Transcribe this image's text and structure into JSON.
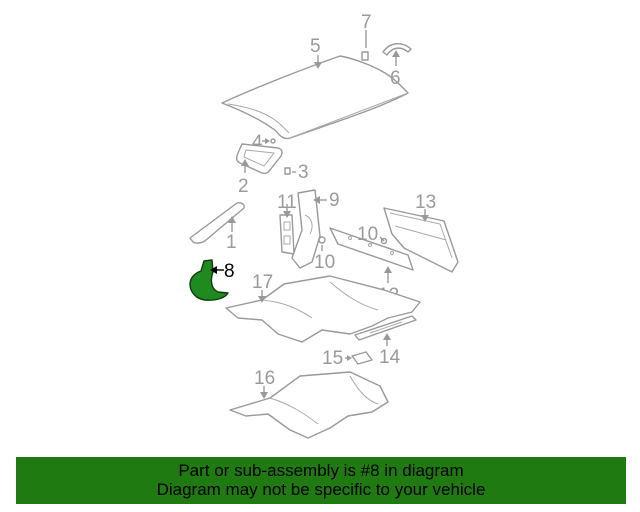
{
  "diagram": {
    "callouts": {
      "c1": "1",
      "c2": "2",
      "c3": "3",
      "c4": "4",
      "c5": "5",
      "c6": "6",
      "c7": "7",
      "c8": "8",
      "c9": "9",
      "c10a": "10",
      "c10b": "10",
      "c11": "11",
      "c12": "12",
      "c13": "13",
      "c14": "14",
      "c15": "15",
      "c16": "16",
      "c17": "17"
    },
    "highlighted_part": "8",
    "colors": {
      "highlight_fill": "#1f8a1f",
      "line_gray": "#999999",
      "banner_green": "#1f7a12"
    }
  },
  "banner": {
    "line1": "Part or sub-assembly is #8 in diagram",
    "line2": "Diagram may not be specific to your vehicle"
  }
}
